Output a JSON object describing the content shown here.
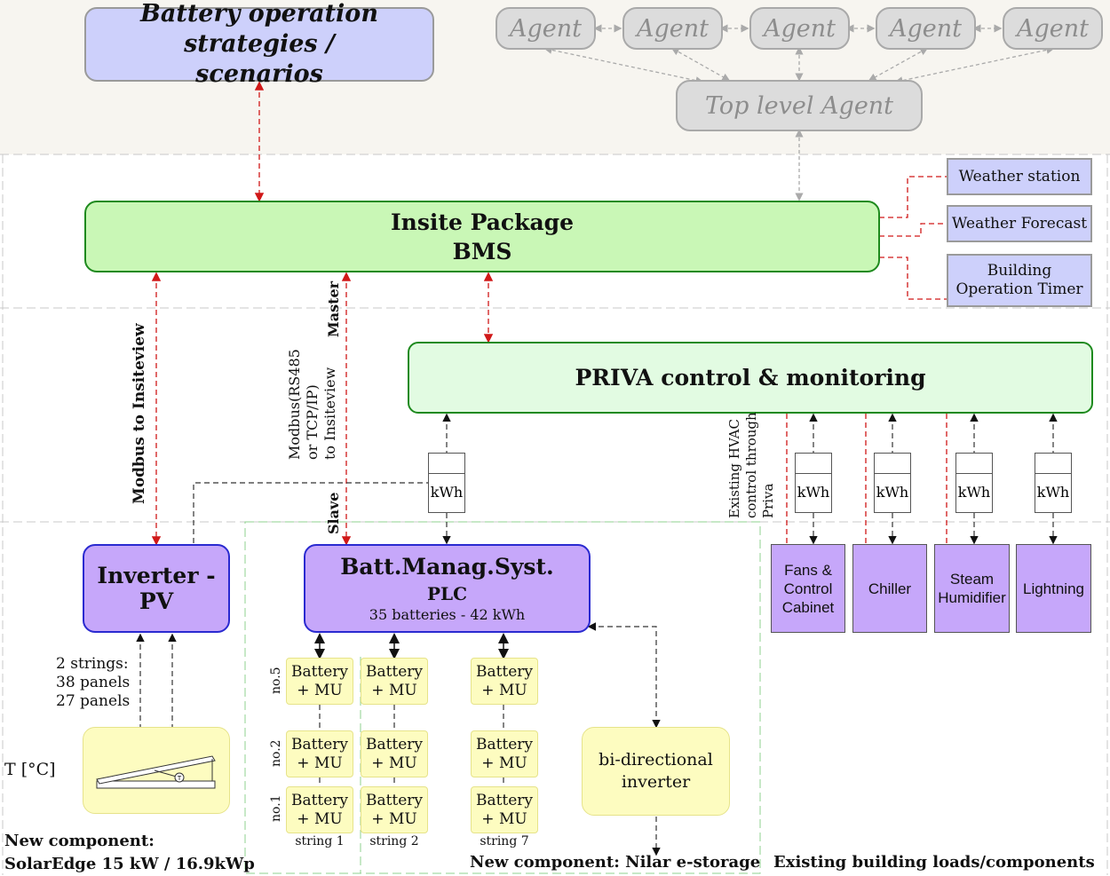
{
  "top": {
    "strategies": "Battery operation strategies / scenarios",
    "agents": [
      "Agent",
      "Agent",
      "Agent",
      "Agent",
      "Agent"
    ],
    "top_agent": "Top level Agent"
  },
  "bms": {
    "line1": "Insite Package",
    "line2": "BMS"
  },
  "external_inputs": [
    "Weather station",
    "Weather Forecast",
    "Building Operation Timer"
  ],
  "priva": "PRIVA control & monitoring",
  "links": {
    "modbus": "Modbus to Insiteview",
    "master": "Master",
    "slave": "Slave",
    "modbus_rs485_1": "Modbus(RS485",
    "modbus_rs485_2": "or TCP/IP)",
    "modbus_rs485_3": "to Insiteview",
    "hvac_1": "Existing HVAC",
    "hvac_2": "control through",
    "hvac_3": "Priva"
  },
  "meter_unit": "kWh",
  "inverter": "Inverter - PV",
  "bms_batt": {
    "title": "Batt.Manag.Syst.",
    "plc": "PLC",
    "desc": "35 batteries - 42 kWh"
  },
  "loads": [
    "Fans & Control Cabinet",
    "Chiller",
    "Steam Humidifier",
    "Lightning"
  ],
  "pv": {
    "strings_1": "2 strings:",
    "strings_2": "38 panels",
    "strings_3": "27 panels",
    "temp": "T [°C]",
    "sensor": "T"
  },
  "battery_label_1": "Battery",
  "battery_label_2": "+ MU",
  "rows": [
    "no.5",
    "no.2",
    "no.1"
  ],
  "strings": [
    "string 1",
    "string 2",
    "string 7"
  ],
  "bidir": "bi-directional inverter",
  "footers": {
    "new1_line1": "New component:",
    "new1_line2": "SolarEdge 15 kW / 16.9kWp",
    "new2": "New component: Nilar e-storage",
    "existing": "Existing building loads/components"
  }
}
